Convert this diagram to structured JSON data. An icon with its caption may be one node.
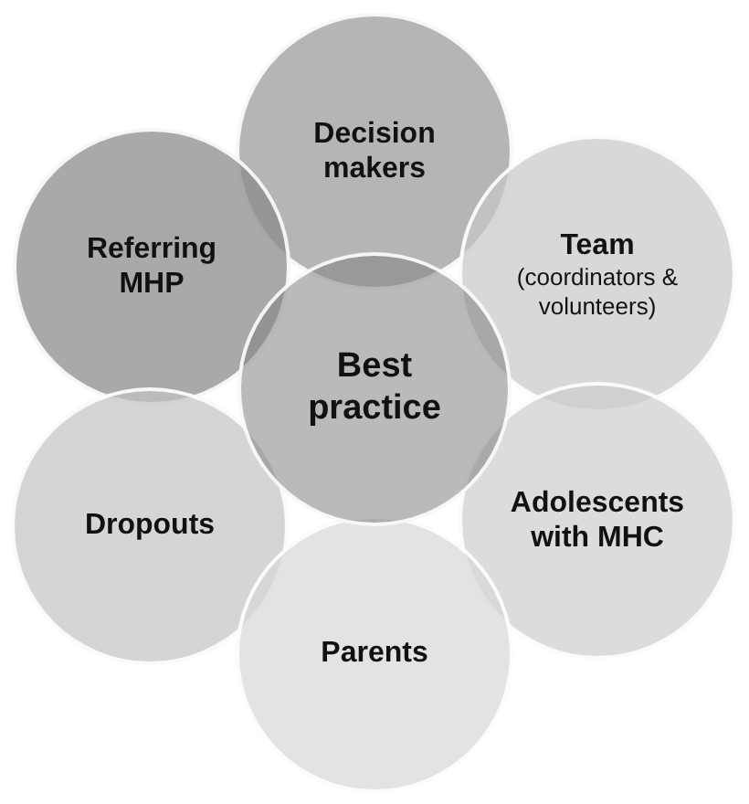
{
  "diagram": {
    "nodes": [
      {
        "text": [
          "Decision makers"
        ]
      },
      {
        "text": [
          "Referring MHP"
        ]
      },
      {
        "text": [
          "Team",
          "(coordinators & volunteers)"
        ]
      },
      {
        "text": [
          "Best practice"
        ]
      },
      {
        "text": [
          "Dropouts"
        ]
      },
      {
        "text": [
          "Adolescents with MHC"
        ]
      },
      {
        "text": [
          "Parents"
        ]
      }
    ]
  }
}
